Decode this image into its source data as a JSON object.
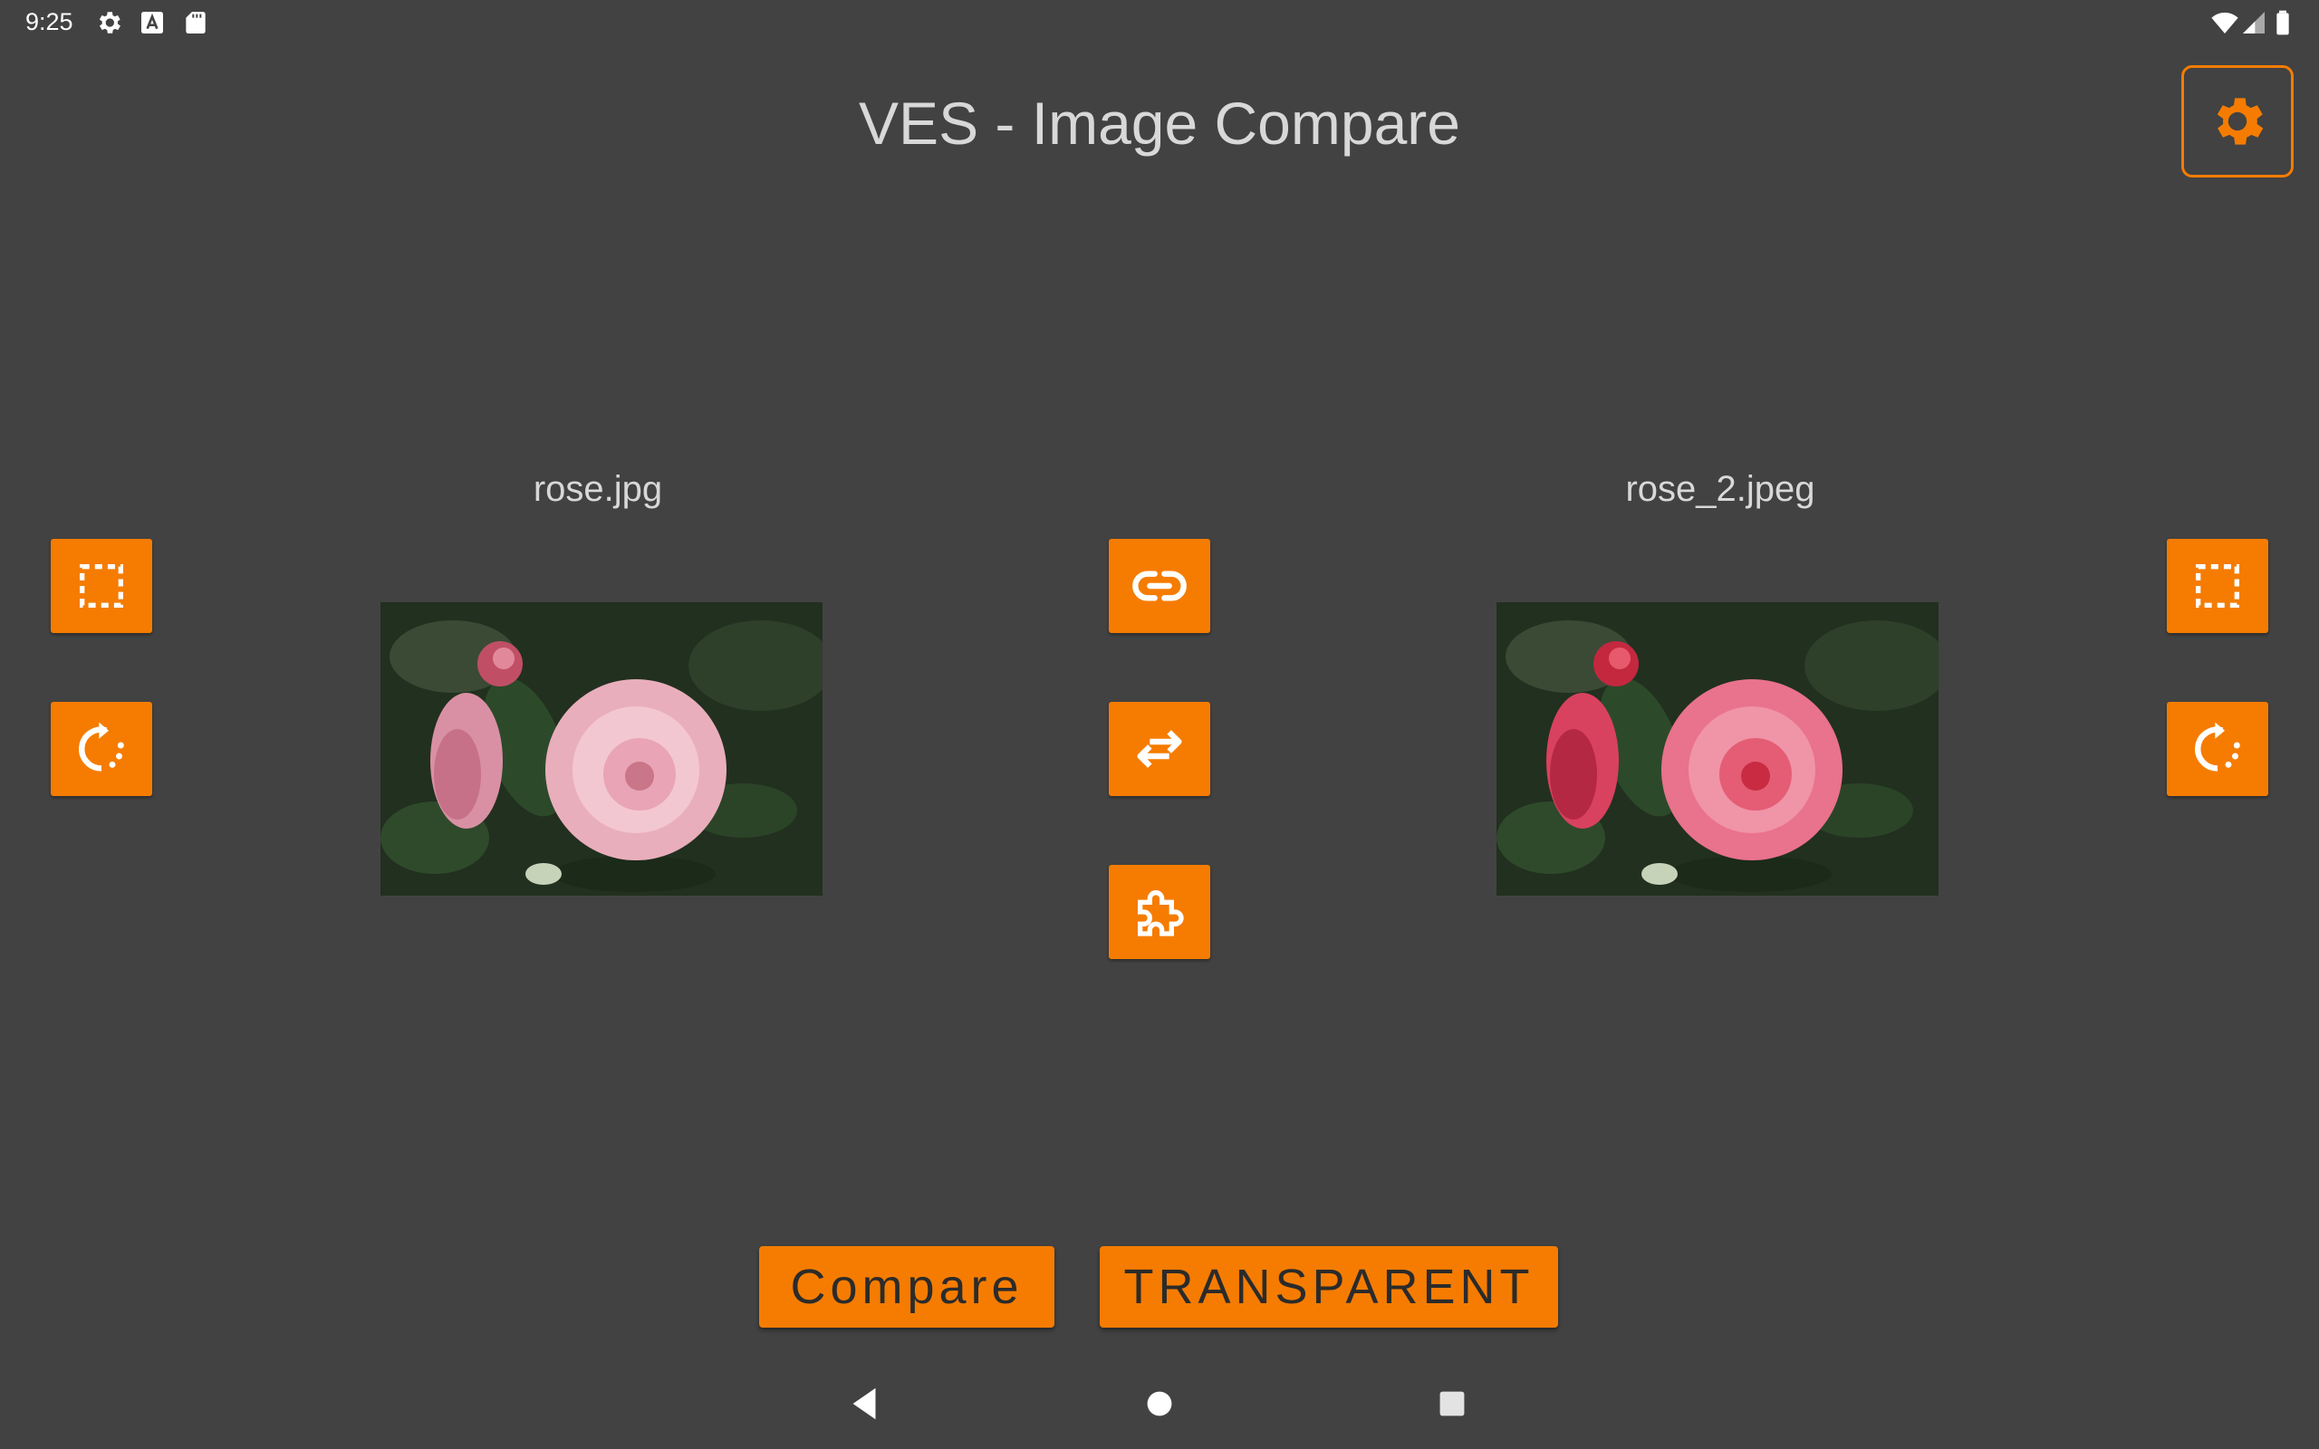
{
  "status_bar": {
    "time": "9:25",
    "icons": [
      "gear-icon",
      "keyboard-a-icon",
      "sd-card-icon",
      "wifi-icon",
      "signal-icon",
      "battery-icon"
    ]
  },
  "header": {
    "title": "VES - Image Compare",
    "settings_icon": "gear-icon"
  },
  "left_panel": {
    "file_name": "rose.jpg",
    "tools": [
      "select-area-icon",
      "rotate-icon"
    ]
  },
  "right_panel": {
    "file_name": "rose_2.jpeg",
    "tools": [
      "select-area-icon",
      "rotate-icon"
    ]
  },
  "center_tools": [
    "link-icon",
    "swap-icon",
    "puzzle-icon"
  ],
  "actions": {
    "compare_label": "Compare",
    "transparent_label": "TRANSPARENT"
  },
  "nav_bar": {
    "icons": [
      "back-icon",
      "home-icon",
      "recents-icon"
    ]
  },
  "colors": {
    "background": "#424242",
    "accent": "#f57c00",
    "text": "#d8d8d8"
  }
}
